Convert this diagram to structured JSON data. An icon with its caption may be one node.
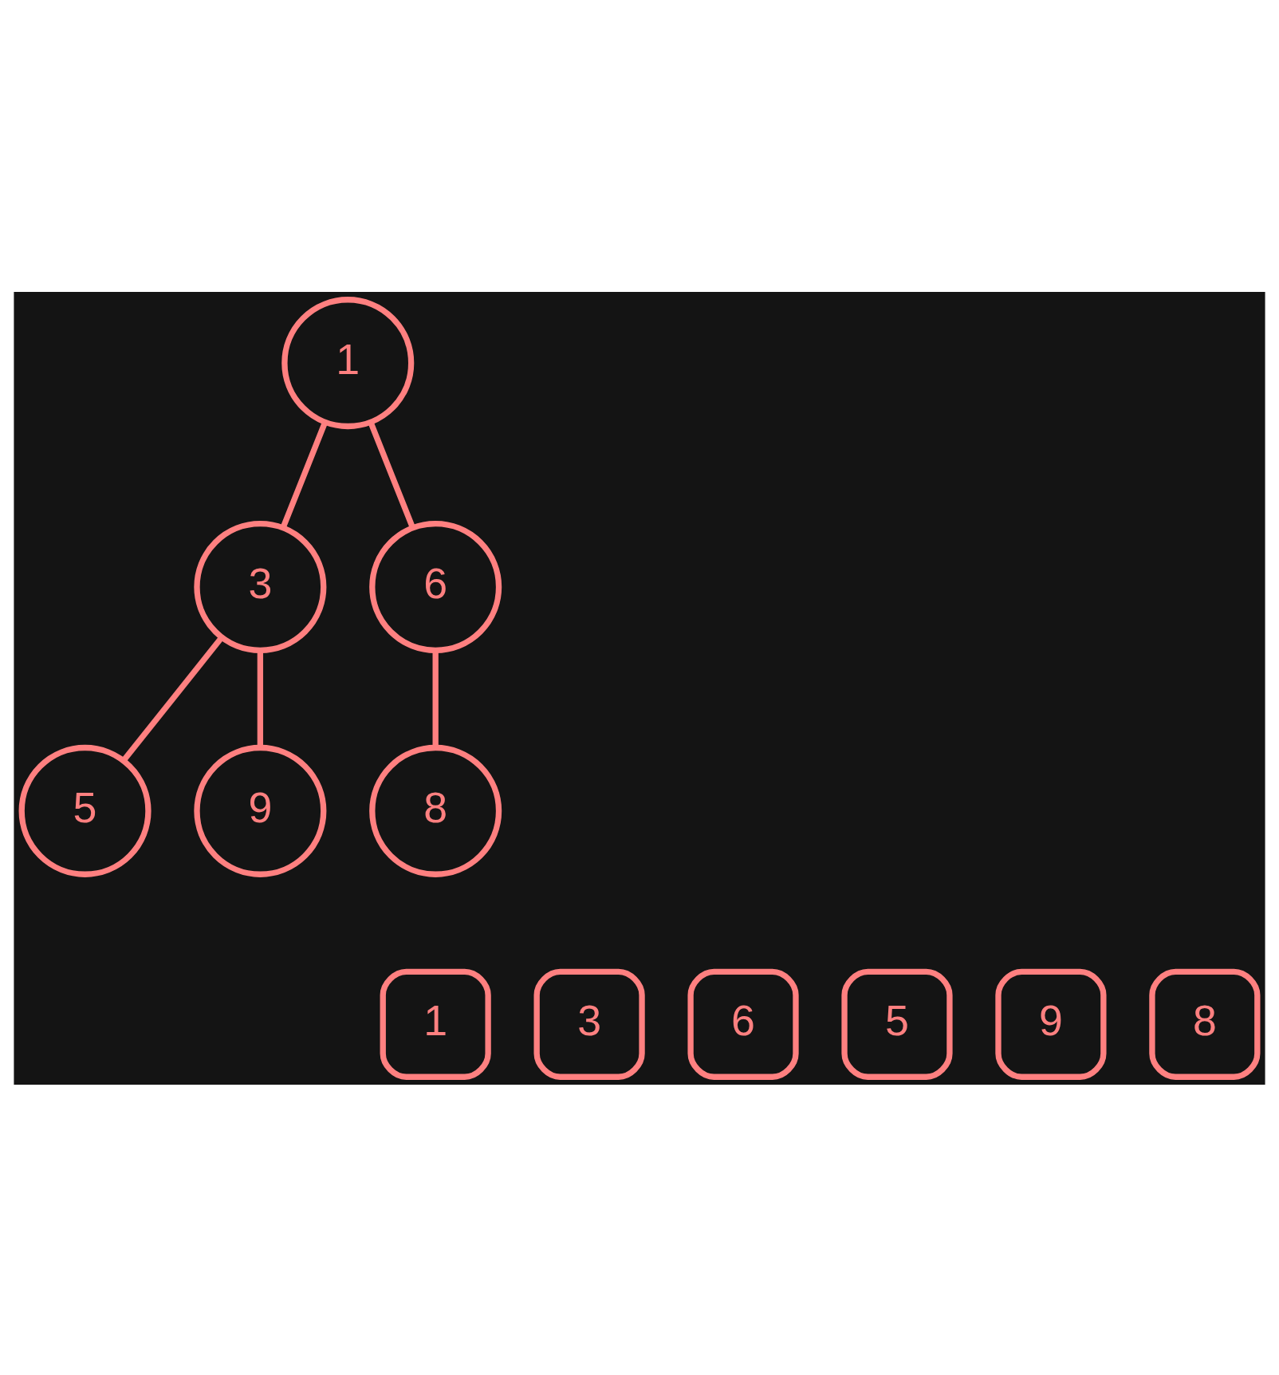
{
  "diagram": {
    "nodes": [
      {
        "text": [
          "1"
        ]
      },
      {
        "text": [
          "3"
        ]
      },
      {
        "text": [
          "6"
        ]
      },
      {
        "text": [
          "5"
        ]
      },
      {
        "text": [
          "9"
        ]
      },
      {
        "text": [
          "8"
        ]
      },
      {
        "text": [
          "1"
        ]
      },
      {
        "text": [
          "3"
        ]
      },
      {
        "text": [
          "6"
        ]
      },
      {
        "text": [
          "5"
        ]
      },
      {
        "text": [
          "9"
        ]
      },
      {
        "text": [
          "8"
        ]
      }
    ],
    "edges": [
      {
        "from": 0,
        "to": 1,
        "arrow": "none"
      },
      {
        "from": 0,
        "to": 2,
        "arrow": "none"
      },
      {
        "from": 1,
        "to": 3,
        "arrow": "none"
      },
      {
        "from": 1,
        "to": 4,
        "arrow": "none"
      },
      {
        "from": 2,
        "to": 5,
        "arrow": "none"
      }
    ]
  }
}
